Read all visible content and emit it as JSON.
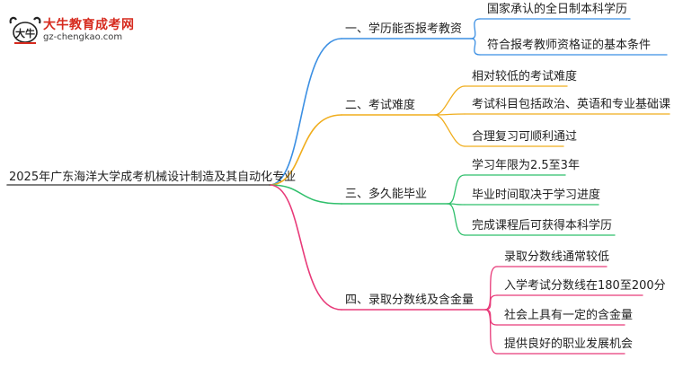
{
  "logo": {
    "title": "大牛教育成考网",
    "url": "gz-chengkao.com",
    "mark_text": "大牛"
  },
  "mindmap": {
    "root": "2025年广东海洋大学成考机械设计制造及其自动化专业",
    "branches": [
      {
        "label": "一、学历能否报考教资",
        "color": "#3b8fe3",
        "children": [
          "国家承认的全日制本科学历",
          "符合报考教师资格证的基本条件"
        ]
      },
      {
        "label": "二、考试难度",
        "color": "#f0ad1c",
        "children": [
          "相对较低的考试难度",
          "考试科目包括政治、英语和专业基础课",
          "合理复习可顺利通过"
        ]
      },
      {
        "label": "三、多久能毕业",
        "color": "#2fbf6b",
        "children": [
          "学习年限为2.5至3年",
          "毕业时间取决于学习进度",
          "完成课程后可获得本科学历"
        ]
      },
      {
        "label": "四、录取分数线及含金量",
        "color": "#e83a79",
        "children": [
          "录取分数线通常较低",
          "入学考试分数线在180至200分",
          "社会上具有一定的含金量",
          "提供良好的职业发展机会"
        ]
      }
    ]
  }
}
